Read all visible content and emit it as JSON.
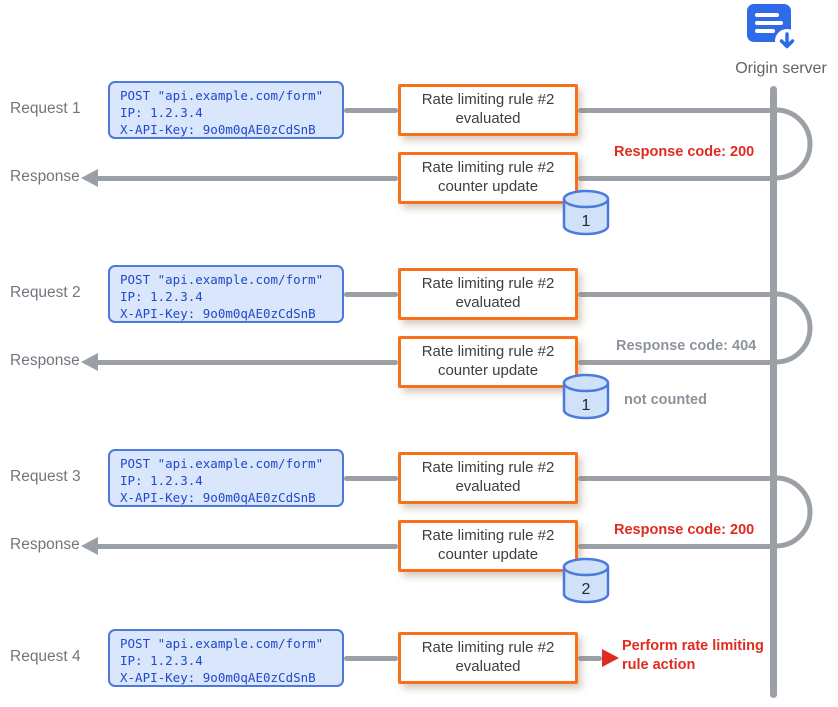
{
  "server": {
    "label": "Origin server"
  },
  "request_card": {
    "lines": [
      "POST \"api.example.com/form\"",
      "IP: 1.2.3.4",
      "X-API-Key: 9o0m0qAE0zCdSnB"
    ]
  },
  "rows": [
    {
      "label": "Request 1",
      "rule": "Rate limiting rule #2",
      "step": "evaluated"
    },
    {
      "label": "Response",
      "rule": "Rate limiting rule #2",
      "step": "counter update",
      "counter": "1",
      "note": "Response code: 200"
    },
    {
      "label": "Request 2",
      "rule": "Rate limiting rule #2",
      "step": "evaluated"
    },
    {
      "label": "Response",
      "rule": "Rate limiting rule #2",
      "step": "counter update",
      "counter": "1",
      "note": "Response code: 404",
      "note_extra": "not counted"
    },
    {
      "label": "Request 3",
      "rule": "Rate limiting rule #2",
      "step": "evaluated"
    },
    {
      "label": "Response",
      "rule": "Rate limiting rule #2",
      "step": "counter update",
      "counter": "2",
      "note": "Response code: 200"
    },
    {
      "label": "Request 4",
      "rule": "Rate limiting rule #2",
      "step": "evaluated",
      "note": "Perform rate limiting rule action"
    }
  ],
  "colors": {
    "rule_box_border": "#f5711d",
    "request_card_border": "#4b79dd",
    "request_card_bg": "#d9e6fc",
    "connector_gray": "#9aa0a6",
    "note_red": "#e02b20",
    "note_gray": "#8d939c",
    "server_icon_blue": "#2f6be8"
  }
}
